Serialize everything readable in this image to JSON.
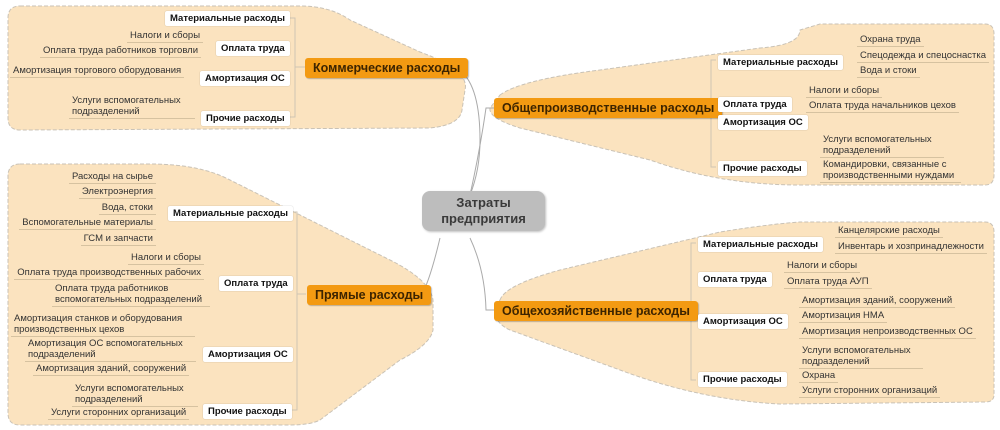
{
  "root": {
    "line1": "Затраты",
    "line2": "предприятия"
  },
  "colors": {
    "region": "#fbe3bf",
    "main": "#f39a12",
    "root": "#bdbdbd"
  },
  "commercial": {
    "title": "Коммерческие расходы",
    "material": "Материальные расходы",
    "labor": "Оплата труда",
    "labor_leaves": [
      "Налоги и сборы",
      "Оплата труда работников торговли"
    ],
    "amort": "Амортизация ОС",
    "amort_leaves": [
      "Амортизация торгового оборудования"
    ],
    "other": "Прочие расходы",
    "other_leaves": [
      "Услуги вспомогательных подразделений"
    ]
  },
  "direct": {
    "title": "Прямые расходы",
    "material": "Материальные расходы",
    "material_leaves": [
      "Расходы на сырье",
      "Электроэнергия",
      "Вода, стоки",
      "Вспомогательные материалы",
      "ГСМ и запчасти"
    ],
    "labor": "Оплата труда",
    "labor_leaves": [
      "Налоги и сборы",
      "Оплата труда производственных рабочих",
      "Оплата труда работников вспомогательных подразделений"
    ],
    "amort": "Амортизация ОС",
    "amort_leaves": [
      "Амортизация станков и оборудования производственных цехов",
      "Амортизация ОС вспомогательных подразделений",
      "Амортизация зданий, сооружений"
    ],
    "other": "Прочие расходы",
    "other_leaves": [
      "Услуги вспомогательных подразделений",
      "Услуги сторонних организаций"
    ]
  },
  "production": {
    "title": "Общепроизводственные расходы",
    "material": "Материальные расходы",
    "material_leaves": [
      "Охрана труда",
      "Спецодежда и спецоснастка",
      "Вода и стоки"
    ],
    "labor": "Оплата труда",
    "labor_leaves": [
      "Налоги и сборы",
      "Оплата труда начальников цехов"
    ],
    "amort": "Амортизация ОС",
    "other": "Прочие расходы",
    "other_leaves": [
      "Услуги вспомогательных подразделений",
      "Командировки, связанные с производственными нуждами"
    ]
  },
  "general": {
    "title": "Общехозяйственные расходы",
    "material": "Материальные расходы",
    "material_leaves": [
      "Канцелярские расходы",
      "Инвентарь и хозпринадлежности"
    ],
    "labor": "Оплата труда",
    "labor_leaves": [
      "Налоги и сборы",
      "Оплата труда АУП"
    ],
    "amort": "Амортизация ОС",
    "amort_leaves": [
      "Амортизация зданий, сооружений",
      "Амортизация НМА",
      "Амортизация непроизводственных ОС"
    ],
    "other": "Прочие расходы",
    "other_leaves": [
      "Услуги вспомогательных подразделений",
      "Охрана",
      "Услуги сторонних организаций"
    ]
  }
}
